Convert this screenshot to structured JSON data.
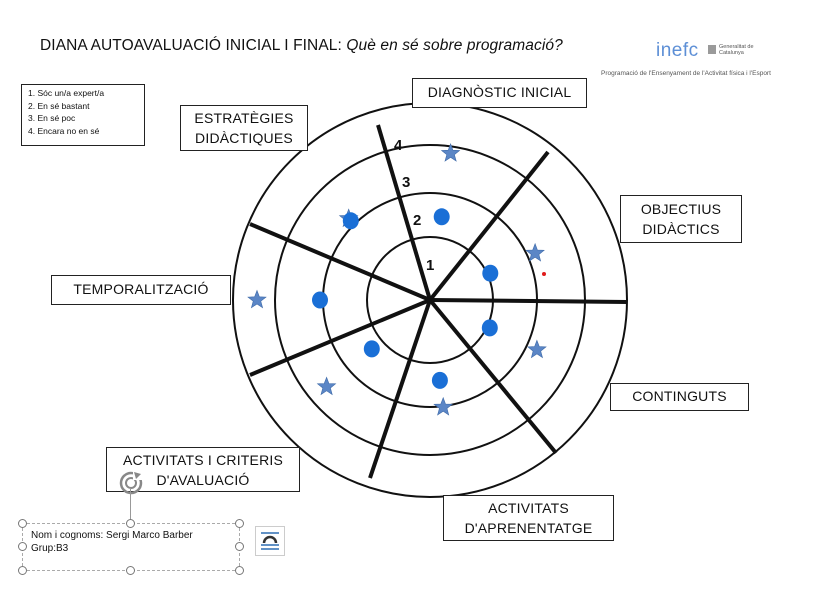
{
  "title": {
    "main": "DIANA AUTOAVALUACIÓ INICIAL I FINAL:",
    "sub": "Què en sé sobre programació?"
  },
  "logo": {
    "word": "inefc",
    "gen": "Generalitat de Catalunya",
    "subtitle": "Programació de l'Ensenyament de l'Activitat física i l'Esport"
  },
  "legend": [
    "1. Sóc un/a expert/a",
    "2. En sé bastant",
    "3. En sé poc",
    "4. Encara no en sé"
  ],
  "sectors": {
    "diagnostic": "DIAGNÒSTIC INICIAL",
    "estrategies_1": "ESTRATÈGIES",
    "estrategies_2": "DIDÀCTIQUES",
    "objectius_1": "OBJECTIUS",
    "objectius_2": "DIDÀCTICS",
    "temporalitzacio": "TEMPORALITZACIÓ",
    "continguts": "CONTINGUTS",
    "activitats_criteris_1": "ACTIVITATS I CRITERIS",
    "activitats_criteris_2": "D'AVALUACIÓ",
    "activitats_aprenentatge_1": "ACTIVITATS",
    "activitats_aprenentatge_2": "D'APRENENTATGE"
  },
  "ring_labels": [
    "1",
    "2",
    "3",
    "4"
  ],
  "student": {
    "line1": "Nom i cognoms: Sergi Marco Barber",
    "line2": "Grup:B3"
  },
  "colors": {
    "dot": "#1a6fd6",
    "star": "#5b86c6",
    "red_dot": "#e01b1b"
  },
  "marks": {
    "initial_stars": [
      {
        "sector": "diagnostic",
        "level": 4
      },
      {
        "sector": "objectius",
        "level": 3
      },
      {
        "sector": "continguts",
        "level": 3
      },
      {
        "sector": "activitats_aprenentatge",
        "level": 3
      },
      {
        "sector": "activitats_criteris",
        "level": 4
      },
      {
        "sector": "temporalitzacio",
        "level": 4
      },
      {
        "sector": "estrategies",
        "level": 3
      }
    ],
    "final_dots": [
      {
        "sector": "diagnostic",
        "level": 2
      },
      {
        "sector": "objectius",
        "level": 1
      },
      {
        "sector": "continguts",
        "level": 1
      },
      {
        "sector": "activitats_aprenentatge",
        "level": 2
      },
      {
        "sector": "activitats_criteris",
        "level": 1
      },
      {
        "sector": "temporalitzacio",
        "level": 2
      },
      {
        "sector": "estrategies",
        "level": 2
      }
    ]
  }
}
